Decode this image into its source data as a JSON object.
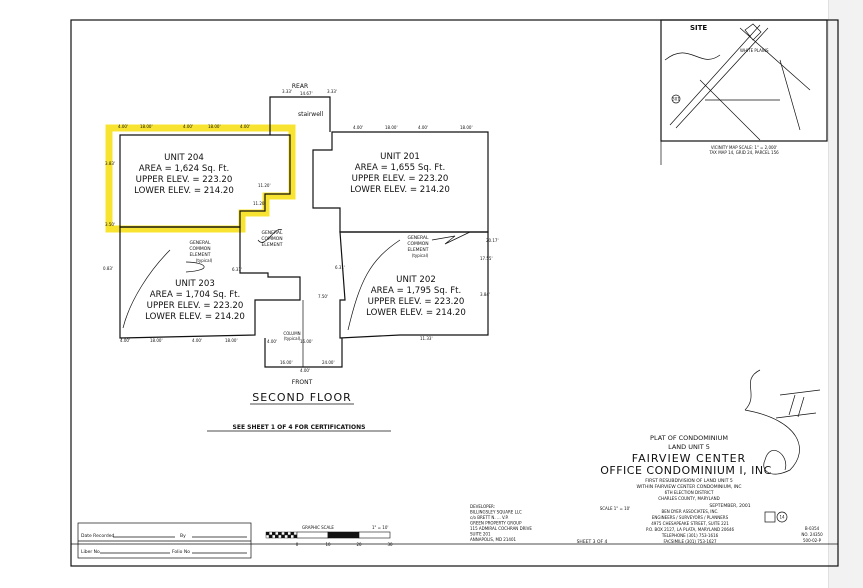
{
  "drawing": {
    "units": [
      {
        "name": "UNIT 204",
        "area": "AREA = 1,624 Sq. Ft.",
        "upper": "UPPER ELEV. = 223.20",
        "lower": "LOWER ELEV. = 214.20",
        "highlighted": true
      },
      {
        "name": "UNIT 201",
        "area": "AREA = 1,655 Sq. Ft.",
        "upper": "UPPER ELEV. = 223.20",
        "lower": "LOWER ELEV. = 214.20"
      },
      {
        "name": "UNIT 203",
        "area": "AREA = 1,704 Sq. Ft.",
        "upper": "UPPER ELEV. = 223.20",
        "lower": "LOWER ELEV. = 214.20"
      },
      {
        "name": "UNIT 202",
        "area": "AREA = 1,795 Sq. Ft.",
        "upper": "UPPER ELEV. = 223.20",
        "lower": "LOWER ELEV. = 214.20"
      }
    ],
    "labels": {
      "rear": "REAR",
      "stairwell": "stairwell",
      "front": "FRONT",
      "gce_line1": "GENERAL",
      "gce_line2": "COMMON",
      "gce_line3": "ELEMENT",
      "typical": "(typical)",
      "column": "COLUMN",
      "floor_title": "SECOND FLOOR",
      "certifications": "SEE SHEET 1 OF 4 FOR CERTIFICATIONS"
    },
    "dimensions": [
      "4.00'",
      "18.00'",
      "4.00'",
      "18.00'",
      "4.00'",
      "14.67'",
      "3.33'",
      "3.33'",
      "4.00'",
      "18.00'",
      "4.00'",
      "18.00'",
      "4.00'",
      "18.00'",
      "4.00'",
      "18.00'",
      "4.00'",
      "16.00'",
      "4.00'",
      "16.00'",
      "24.00'",
      "6.31'",
      "6.31'",
      "11.20'",
      "11.20'",
      "3.50'",
      "7.50'",
      "0.83'",
      "3.83'",
      "3.84'",
      "17.55'",
      "20.17'",
      "11.33'"
    ],
    "highlight_color": "#f7e11a"
  },
  "vicinity": {
    "site": "SITE",
    "place": "WHITE PLAINS",
    "caption": "VICINITY MAP  SCALE: 1\" = 2,000'",
    "subcaption": "TAX MAP 14, GRID 24, PARCEL 156",
    "route": "301"
  },
  "title_block": {
    "line1": "PLAT OF CONDOMINIUM",
    "line2": "LAND UNIT 5",
    "line3": "FAIRVIEW CENTER",
    "line4": "OFFICE CONDOMINIUM I, INC",
    "line5": "FIRST RESUBDIVISION OF LAND UNIT 5",
    "line6": "WITHIN FAIRVIEW CENTER CONDOMINIUM, INC",
    "line7": "6TH ELECTION DISTRICT",
    "line8": "CHARLES COUNTY, MARYLAND",
    "scale": "SCALE 1\" = 10'",
    "date": "SEPTEMBER, 2001",
    "firm": "BEN DYER ASSOCIATES, INC.",
    "firm2": "ENGINEERS / SURVEYORS / PLANNERS",
    "address1": "4975 CHESAPEAKE STREET, SUITE 221",
    "address2": "P.O. BOX 2127, LA PLATA, MARYLAND 20646",
    "phone": "TELEPHONE (301) 753-1616",
    "fax": "FACSIMILE (301) 753-1627",
    "sheet": "SHEET 3 OF 4",
    "file_no1": "B-0354",
    "file_no2": "NO. 24350",
    "file_no3": "500-02-P",
    "stamp": "14"
  },
  "recording": {
    "date_recorded": "Date Recorded",
    "by": "By",
    "liber": "Liber No",
    "folio": "Folio No"
  },
  "scale_bar": {
    "title": "GRAPHIC SCALE",
    "ratio": "1\" = 10'",
    "ticks": [
      "0",
      "10",
      "20",
      "30"
    ]
  },
  "developer": {
    "lines": [
      "DEVELOPER:",
      "BILLINGSLEY SQUARE LLC",
      "c/o BRETT N. ...  V.P.",
      "GREEN PROPERTY GROUP",
      "115 ADMIRAL COCHRAN DRIVE",
      "SUITE 201",
      "ANNAPOLIS, MD 21401"
    ]
  }
}
